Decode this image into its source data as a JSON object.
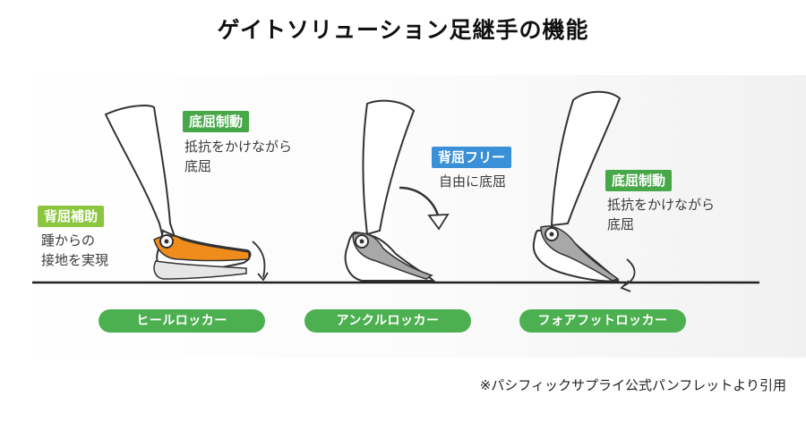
{
  "title": "ゲイトソリューション足継手の機能",
  "colors": {
    "green_tag": "#47a84a",
    "light_green_tag": "#8cc63f",
    "blue_tag": "#3a90d6",
    "orange_strap": "#f08c1c",
    "gray_strap": "#a8a8a8",
    "pill_green": "#4caf50"
  },
  "stages": [
    {
      "pill": "ヒールロッカー",
      "annotations": [
        {
          "tag": "底屈制動",
          "lines": [
            "抵抗をかけながら",
            "底屈"
          ]
        },
        {
          "tag": "背屈補助",
          "lines": [
            "踵からの",
            "接地を実現"
          ]
        }
      ]
    },
    {
      "pill": "アンクルロッカー",
      "annotations": [
        {
          "tag": "背屈フリー",
          "lines": [
            "自由に底屈"
          ]
        }
      ]
    },
    {
      "pill": "フォアフットロッカー",
      "annotations": [
        {
          "tag": "底屈制動",
          "lines": [
            "抵抗をかけながら",
            "底屈"
          ]
        }
      ]
    }
  ],
  "citation": "※パシフィックサプライ公式パンフレットより引用"
}
